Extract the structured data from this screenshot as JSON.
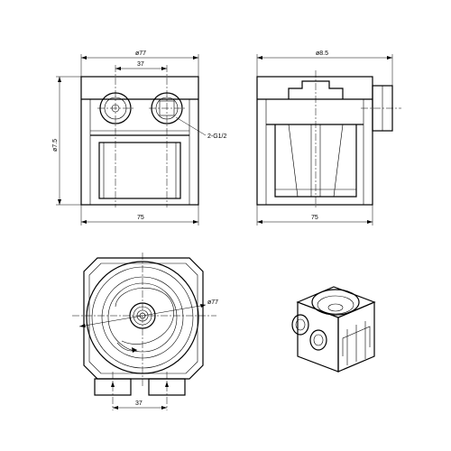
{
  "dimensions": {
    "front_top_width": "ø77",
    "front_port_spacing": "37",
    "front_height": "ø7.5",
    "front_bottom_width": "75",
    "side_top_width": "ø8.5",
    "side_bottom_width": "75",
    "port_callout": "2-G1/2",
    "top_view_diameter": "ø77",
    "top_view_port_spacing": "37"
  }
}
